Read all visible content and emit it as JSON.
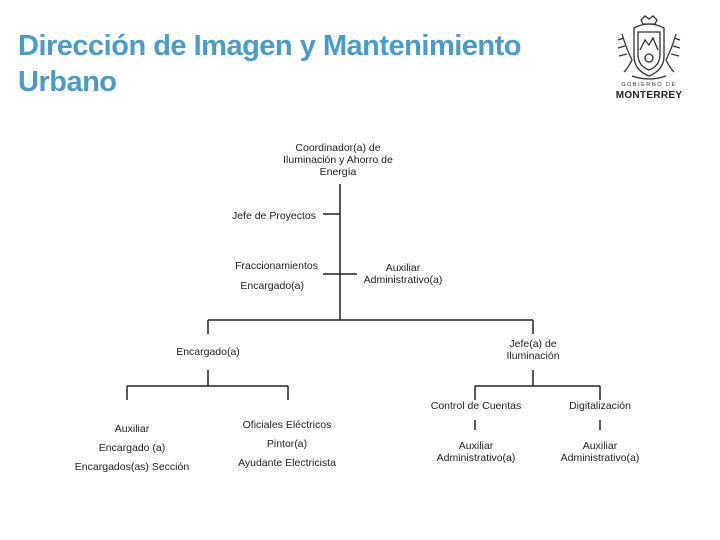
{
  "header": {
    "title_line1": "Dirección de Imagen y Mantenimiento",
    "title_line2": "Urbano"
  },
  "logo": {
    "top_text": "GOBIERNO DE",
    "brand_text": "MONTERREY"
  },
  "org": {
    "coordinator": [
      "Coordinador(a) de",
      "Iluminación y Ahorro de",
      "Energía"
    ],
    "project_chief": "Jefe de Proyectos",
    "subdivisions": "Fraccionamientos",
    "subdivisions_lead": "Encargado(a)",
    "admin_assistant": [
      "Auxiliar",
      "Administrativo(a)"
    ],
    "left_branch_lead": "Encargado(a)",
    "lighting_chief": [
      "Jefe(a) de",
      "Iluminación"
    ],
    "left_group": [
      "Auxiliar",
      "Encargado (a)",
      "Encargados(as) Sección"
    ],
    "electric_group": [
      "Oficiales Eléctricos",
      "Pintor(a)",
      "Ayudante Electricista"
    ],
    "accounts_control": "Control de Cuentas",
    "digitalization": "Digitalización",
    "accounts_assistant": [
      "Auxiliar",
      "Administrativo(a)"
    ],
    "digital_assistant": [
      "Auxiliar",
      "Administrativo(a)"
    ]
  }
}
